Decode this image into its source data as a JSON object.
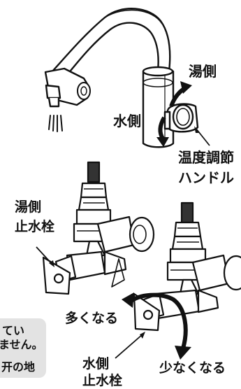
{
  "labels": {
    "hot_side": "湯側",
    "cold_side": "水側",
    "temp_handle_line1": "温度調節",
    "temp_handle_line2": "ハンドル",
    "hot_valve_line1": "湯側",
    "hot_valve_line2": "止水栓",
    "cold_valve_line1": "水側",
    "cold_valve_line2": "止水栓",
    "more": "多くなる",
    "less": "少なくなる"
  },
  "note": {
    "line1": "てい",
    "line2": "ません。",
    "line3": "开の地"
  },
  "colors": {
    "line": "#111111",
    "note_bg": "#e3e3e3"
  }
}
